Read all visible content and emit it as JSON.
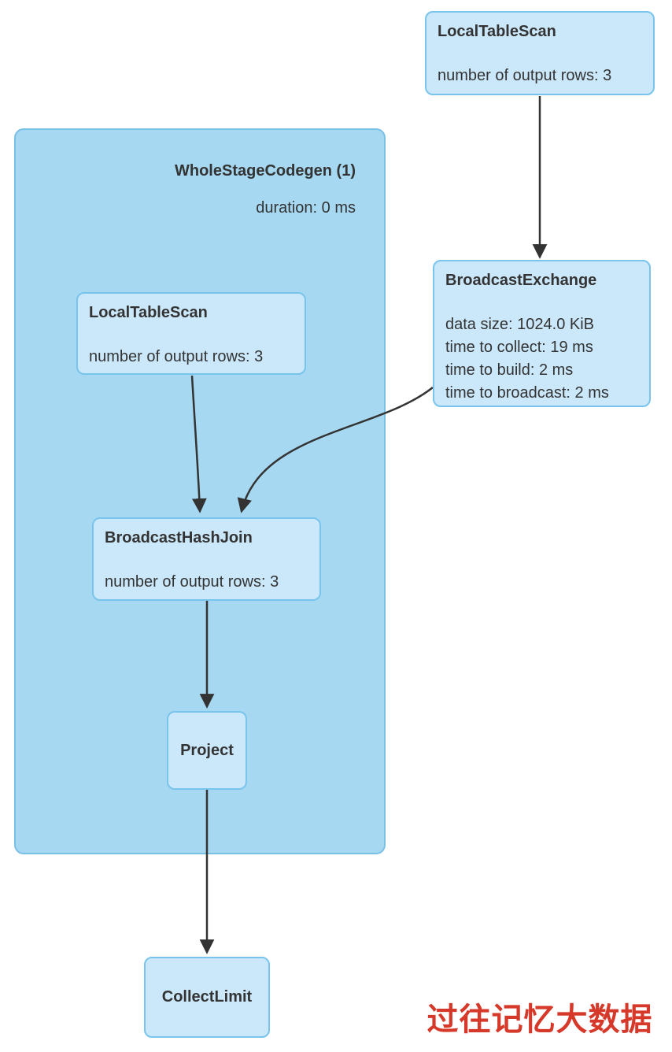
{
  "cluster": {
    "title": "WholeStageCodegen (1)",
    "duration": "duration: 0 ms"
  },
  "nodes": {
    "local_table_scan_top": {
      "title": "LocalTableScan",
      "metrics": [
        "number of output rows: 3"
      ]
    },
    "broadcast_exchange": {
      "title": "BroadcastExchange",
      "metrics": [
        "data size: 1024.0 KiB",
        "time to collect: 19 ms",
        "time to build: 2 ms",
        "time to broadcast: 2 ms"
      ]
    },
    "local_table_scan_inner": {
      "title": "LocalTableScan",
      "metrics": [
        "number of output rows: 3"
      ]
    },
    "broadcast_hash_join": {
      "title": "BroadcastHashJoin",
      "metrics": [
        "number of output rows: 3"
      ]
    },
    "project": {
      "title": "Project"
    },
    "collect_limit": {
      "title": "CollectLimit"
    }
  },
  "edges": [
    {
      "from": "LocalTableScan (outer)",
      "to": "BroadcastExchange"
    },
    {
      "from": "LocalTableScan (inner)",
      "to": "BroadcastHashJoin"
    },
    {
      "from": "BroadcastExchange",
      "to": "BroadcastHashJoin"
    },
    {
      "from": "BroadcastHashJoin",
      "to": "Project"
    },
    {
      "from": "Project",
      "to": "CollectLimit"
    }
  ],
  "watermark": {
    "text": "过往记忆大数据",
    "color": "#d6392a"
  },
  "colors": {
    "cluster_fill": "#a6d8f1",
    "cluster_border": "#79c0e6",
    "node_fill": "#cbe8fb",
    "node_border": "#79c4ec",
    "edge": "#333333",
    "text": "#333333",
    "watermark": "#d6392a"
  }
}
